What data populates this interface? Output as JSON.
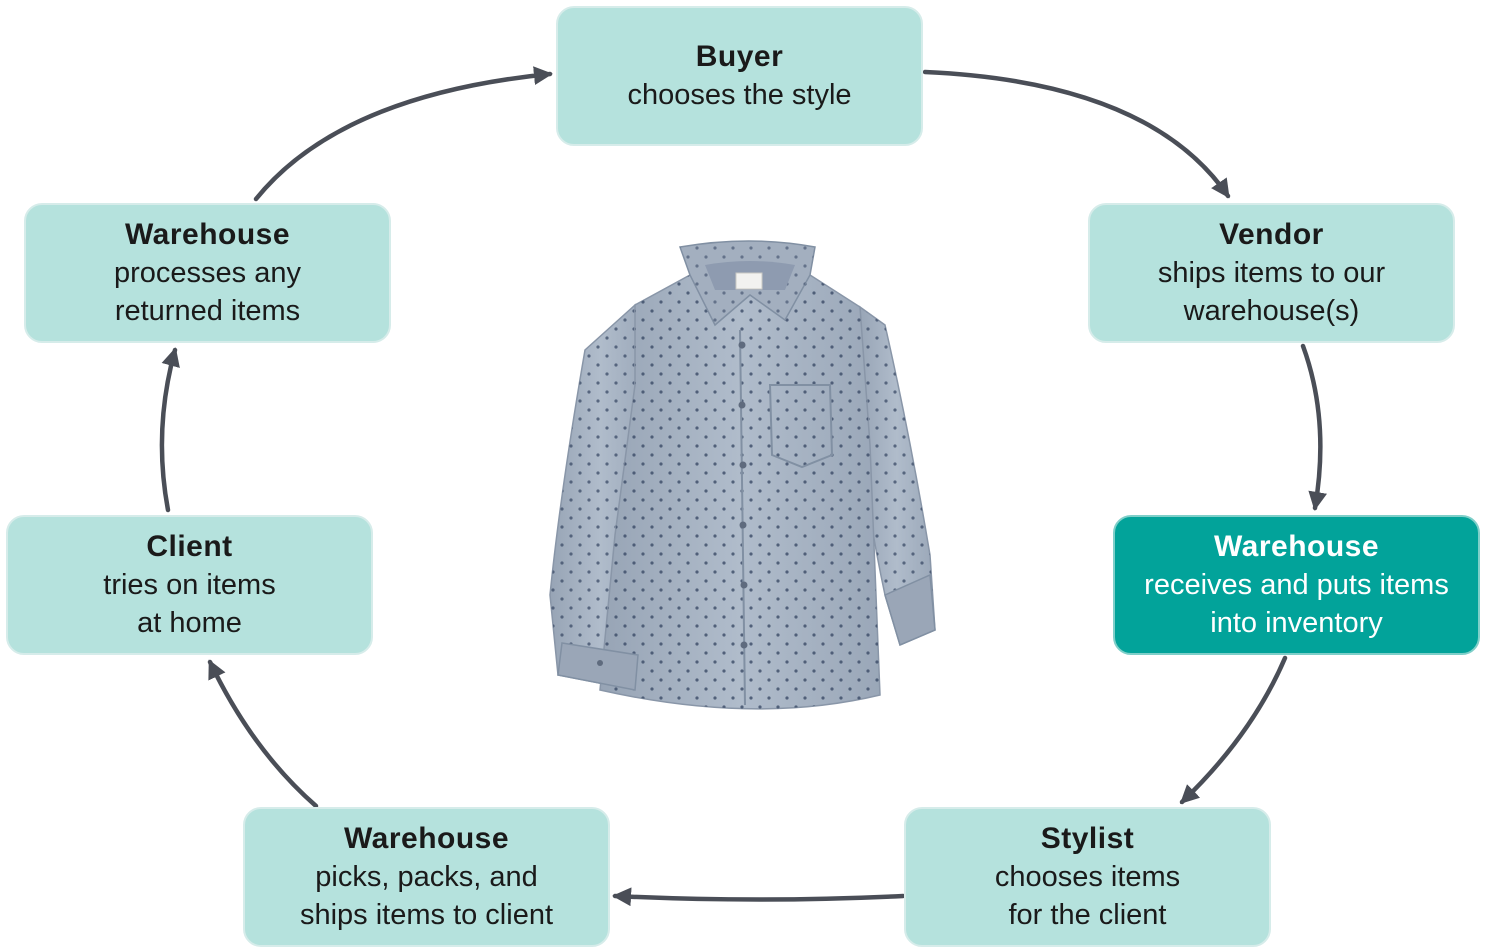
{
  "cycle": {
    "steps": [
      {
        "id": "buyer",
        "actor": "Buyer",
        "description": "chooses the style",
        "highlight": false
      },
      {
        "id": "vendor",
        "actor": "Vendor",
        "description": "ships items to our\nwarehouse(s)",
        "highlight": false
      },
      {
        "id": "warehouse-receive",
        "actor": "Warehouse",
        "description": "receives and puts items\ninto inventory",
        "highlight": true
      },
      {
        "id": "stylist",
        "actor": "Stylist",
        "description": "chooses items\nfor the client",
        "highlight": false
      },
      {
        "id": "warehouse-ship",
        "actor": "Warehouse",
        "description": "picks, packs, and\nships items to client",
        "highlight": false
      },
      {
        "id": "client",
        "actor": "Client",
        "description": "tries on items\nat home",
        "highlight": false
      },
      {
        "id": "warehouse-returns",
        "actor": "Warehouse",
        "description": "processes any\nreturned items",
        "highlight": false
      }
    ]
  },
  "product_image": {
    "icon": "shirt-icon",
    "subject": "long sleeve button-down shirt"
  },
  "colors": {
    "box_fill": "#b5e2dd",
    "box_highlight_fill": "#02a39a",
    "arrow": "#4a4e57",
    "shirt": "#a6b2c1",
    "shirt_dots": "#3a4a66"
  }
}
